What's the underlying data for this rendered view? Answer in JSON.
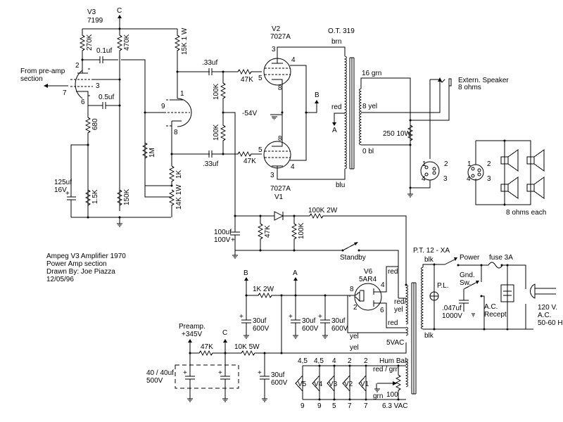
{
  "title_block": {
    "line1": "Ampeg V3 Amplifier 1970",
    "line2": "Power Amp section",
    "line3": "Drawn By: Joe Piazza",
    "line4": "12/05/96"
  },
  "colors": {
    "ink": "#000000",
    "background": "#ffffff"
  },
  "phase_inverter": {
    "tube": "V3",
    "type": "7199",
    "input_label_1": "From pre-amp",
    "input_label_2": "section",
    "node_c": "C",
    "pins": {
      "p2": "2",
      "p3": "3",
      "p7": "7",
      "p6": "6",
      "p1": "1",
      "p9": "9",
      "p8": "8"
    },
    "r_270k": "270K",
    "r_470k": "470K",
    "r_15k": "15K 1 W",
    "c_01": "0.1uf",
    "c_05": "0.5uf",
    "r_680": "680",
    "c_125_1": "125uf",
    "c_125_2": "16V",
    "r_15k_low": "1.5K",
    "r_150k": "150K",
    "r_1m": "1M",
    "r_1k": "1K",
    "r_14k": "14K 1W"
  },
  "output_stage": {
    "c_top": ".33uf",
    "c_bot": ".33uf",
    "r_100k_top": "100K",
    "r_100k_bot": "100K",
    "bias_voltage": "-54V",
    "r_grid_top": "47K",
    "r_grid_bot": "47K",
    "v2_name": "V2",
    "v2_type": "7027A",
    "v1_name": "V1",
    "v1_type": "7027A",
    "v2_pins": {
      "p3": "3",
      "p4": "4",
      "p5": "5",
      "p8": "8"
    },
    "v1_pins": {
      "p3": "3",
      "p4": "4",
      "p5": "5",
      "p8": "8"
    },
    "node_b": "B",
    "node_a": "A"
  },
  "output_transformer": {
    "name": "O.T. 319",
    "brn": "brn",
    "red": "red",
    "blu": "blu",
    "tap_16": "16 grn",
    "tap_8": "8 yel",
    "tap_0": "0 bl",
    "r_load": "250 10W",
    "ext_speaker_1": "Extern. Speaker",
    "ext_speaker_2": "8 ohms"
  },
  "speaker_cabinet": {
    "connector_pins": [
      "1",
      "2",
      "3",
      "4"
    ],
    "cab_pins": [
      "1",
      "2",
      "3",
      "4"
    ],
    "label": "8 ohms each"
  },
  "bias_supply": {
    "c_100": "100uf",
    "c_100v": "100V",
    "r_47k": "47K",
    "r_100k": "100K",
    "r_100k2w": "100K 2W",
    "standby": "Standby"
  },
  "power_supply": {
    "pt_name": "P.T. 12 - XA",
    "blk_top": "blk",
    "blk_bot": "blk",
    "power": "Power",
    "fuse": "fuse 3A",
    "pl": "P.L.",
    "gnd_sw_1": "Gnd.",
    "gnd_sw_2": "Sw.",
    "c_047_1": ".047uf",
    "c_047_2": "1000V",
    "ac_recept_1": "A.C.",
    "ac_recept_2": "Recept.",
    "mains_1": "120 V.",
    "mains_2": "A.C.",
    "mains_3": "50-60 H.",
    "rectifier_name": "V6",
    "rectifier_type": "5AR4",
    "rect_pins": {
      "p8": "8",
      "p2": "2",
      "p4": "4",
      "p6": "6"
    },
    "red_1": "red",
    "red_yel_1": "red/",
    "red_yel_2": "yel",
    "red_2": "red",
    "yel_1": "yel",
    "yel_2": "yel",
    "vac5": "5VAC",
    "node_b": "B",
    "node_a": "A",
    "r_1k2w": "1K 2W",
    "c30_1a": "30uf",
    "c30_1b": "600V",
    "c30_2a": "30uf",
    "c30_2b": "600V",
    "c30_3a": "30uf",
    "c30_3b": "600V",
    "preamp_1": "Preamp.",
    "preamp_2": "+345V",
    "node_c": "C",
    "r_47k": "47K",
    "r_10k5w": "10K 5W",
    "c_40_1": "40 / 40uf",
    "c_40_2": "500V",
    "c30_4a": "30uf",
    "c30_4b": "600V"
  },
  "heaters": {
    "top_pins": [
      "4,5",
      "4,5",
      "4",
      "2",
      "2"
    ],
    "bottom_pins": [
      "9",
      "9",
      "5",
      "7",
      "7"
    ],
    "tubes": [
      "V5",
      "V4",
      "V3",
      "V2",
      "V1"
    ],
    "hum_bal": "Hum Bal.",
    "red_grn": "red / grn",
    "grn": "grn",
    "pot": "100",
    "vac63": "6.3 VAC"
  }
}
